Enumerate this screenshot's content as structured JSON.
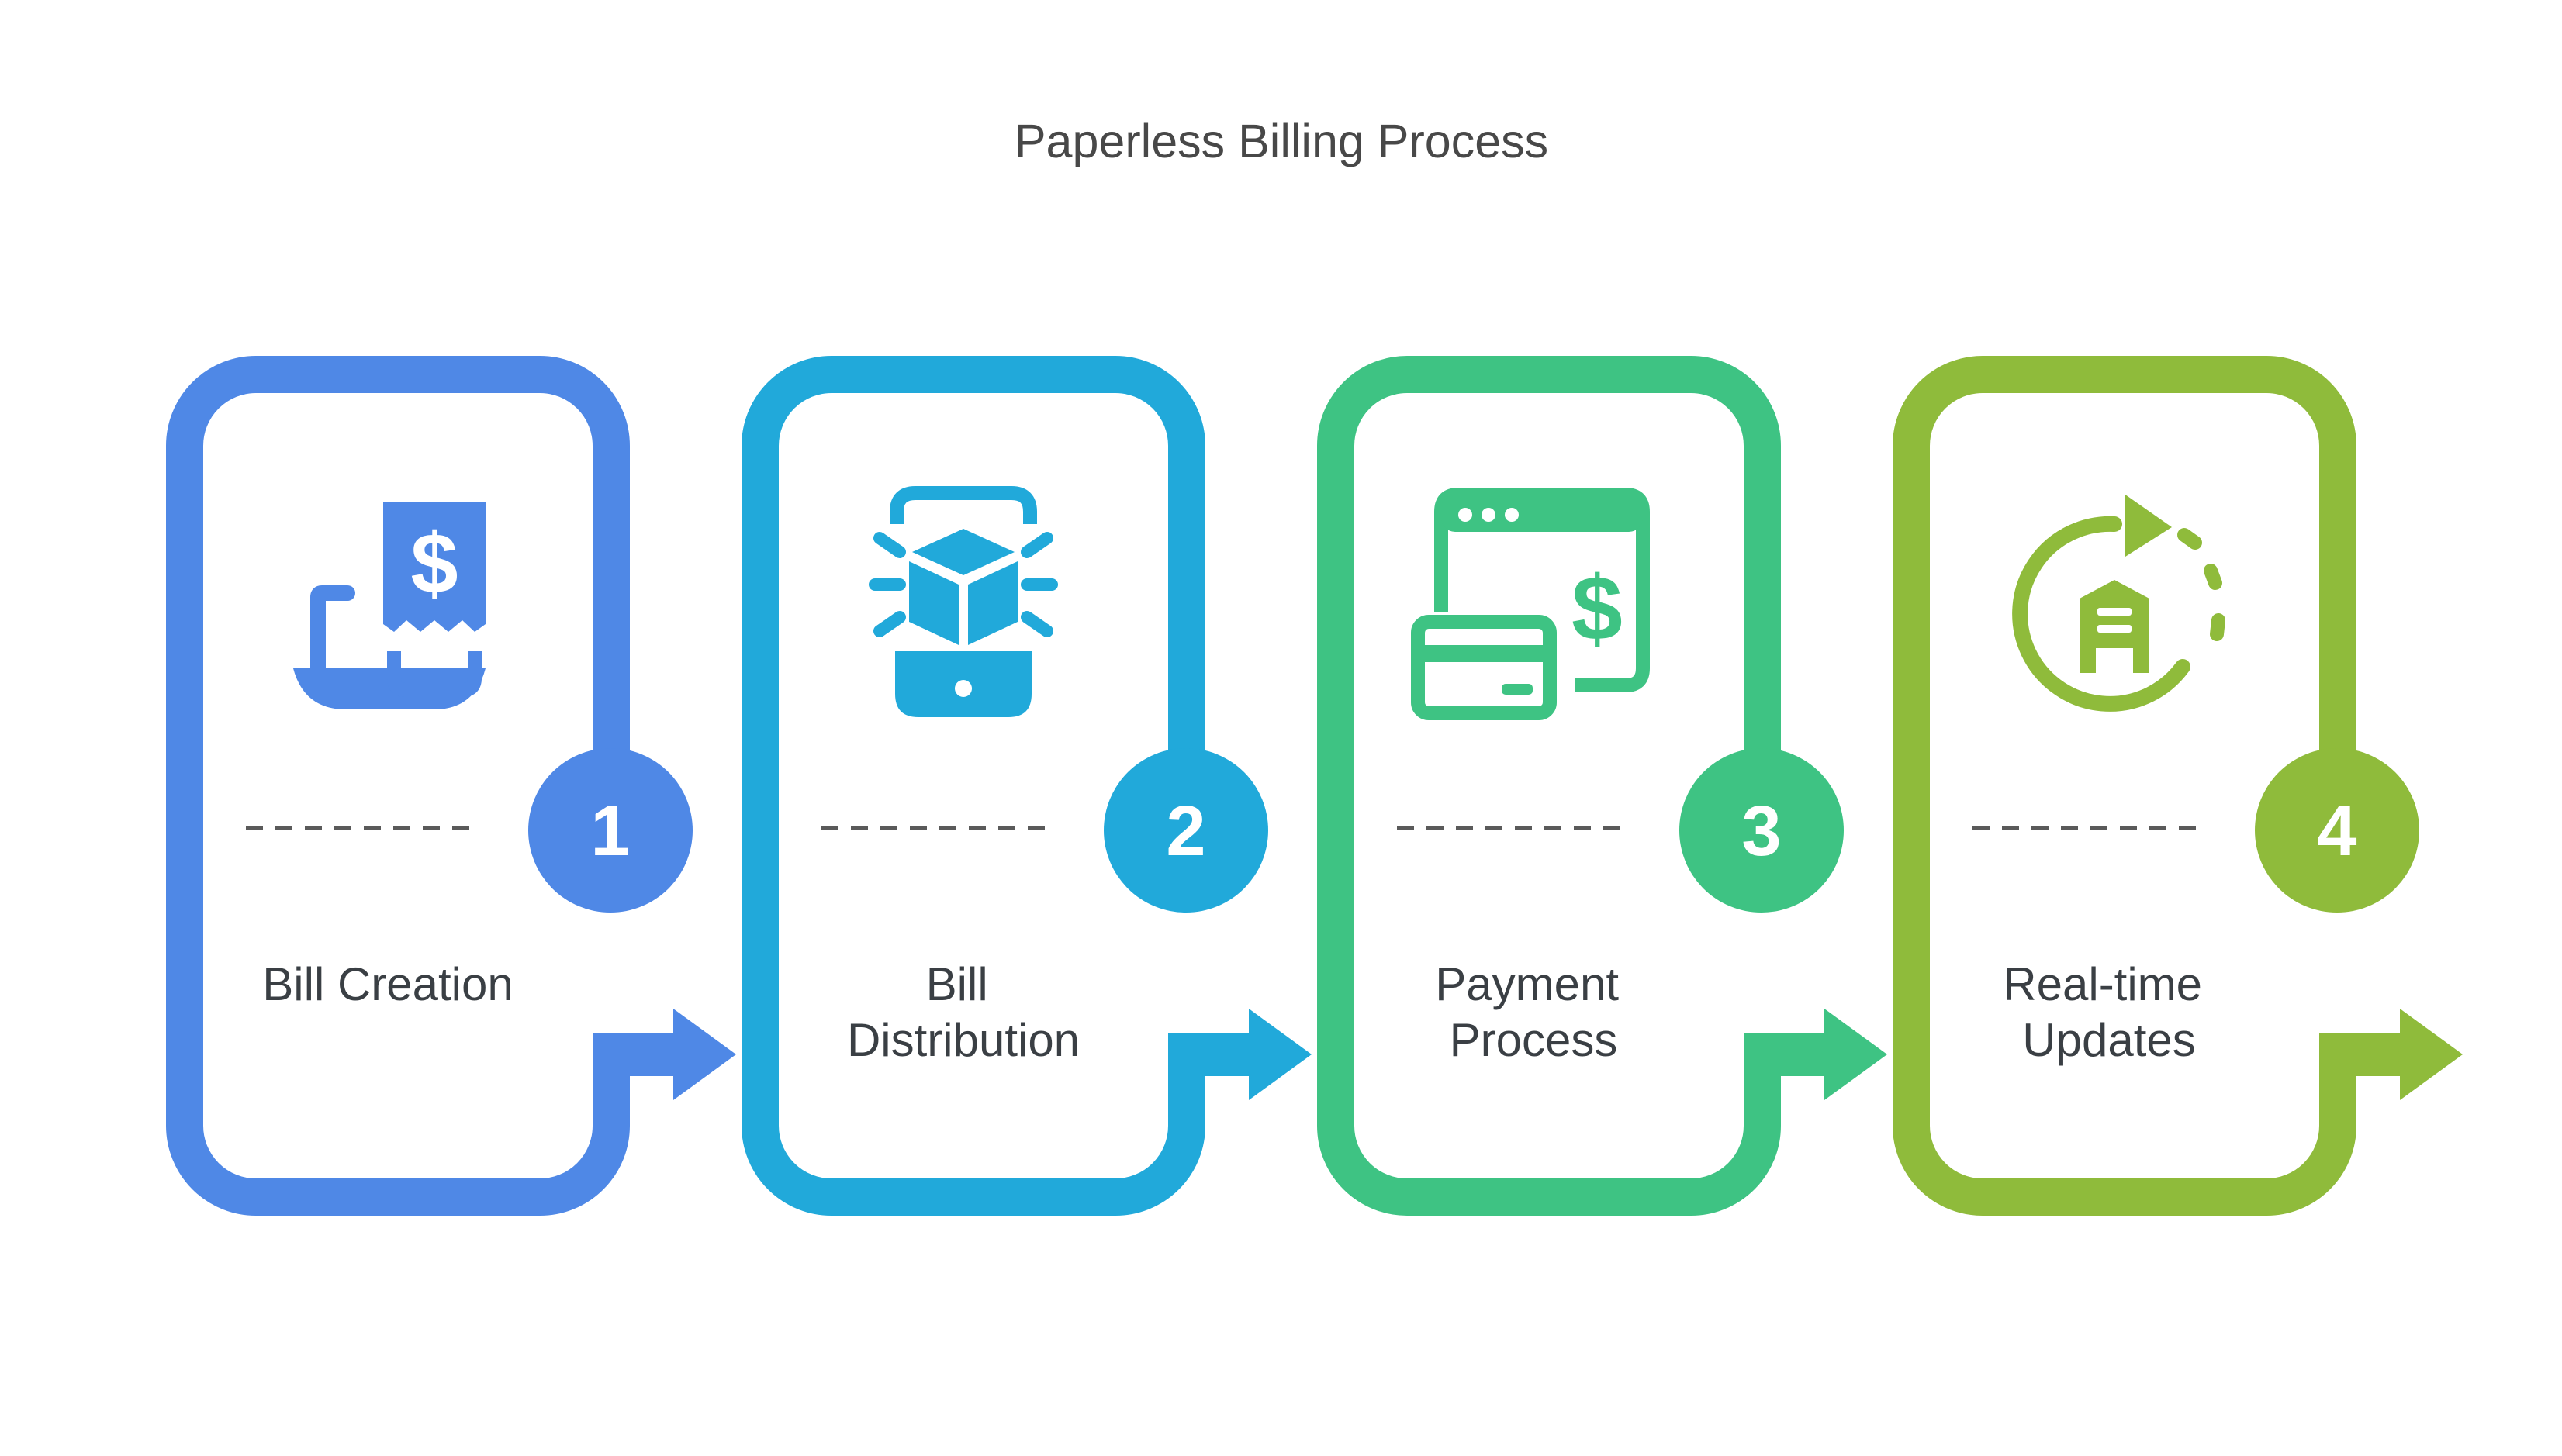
{
  "title": "Paperless Billing Process",
  "steps": [
    {
      "number": "1",
      "label_lines": [
        "Bill Creation"
      ],
      "color": "#4f88e6",
      "icon": "laptop-receipt-icon"
    },
    {
      "number": "2",
      "label_lines": [
        "Bill",
        "Distribution"
      ],
      "color": "#21a9da",
      "icon": "phone-box-broadcast-icon"
    },
    {
      "number": "3",
      "label_lines": [
        "Payment",
        "Process"
      ],
      "color": "#3ec383",
      "icon": "credit-card-browser-payment-icon"
    },
    {
      "number": "4",
      "label_lines": [
        "Real-time",
        "Updates"
      ],
      "color": "#8fbb3b",
      "icon": "refresh-cycle-building-icon"
    }
  ]
}
